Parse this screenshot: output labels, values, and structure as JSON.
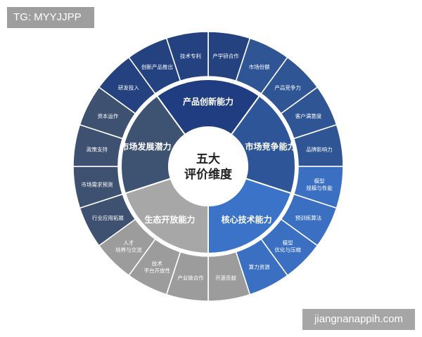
{
  "watermark_tag": "TG: MYYJJPP",
  "site_label": "jiangnanappih.com",
  "center": {
    "lines": [
      "五大",
      "评价维度"
    ]
  },
  "dimensions": [
    {
      "name": "产品创新能力",
      "color": "#1f3d80"
    },
    {
      "name": "市场竞争能力",
      "color": "#2d5597"
    },
    {
      "name": "核心技术能力",
      "color": "#3b73c8"
    },
    {
      "name": "生态开放能力",
      "color": "#a7a7a7"
    },
    {
      "name": "市场发展潜力",
      "color": "#3e5272"
    }
  ],
  "outer_segments": [
    {
      "lines": [
        "产学研合作"
      ],
      "color": "#24427f"
    },
    {
      "lines": [
        "市场份额"
      ],
      "color": "#2f5594"
    },
    {
      "lines": [
        "产品竞争力"
      ],
      "color": "#2f5594"
    },
    {
      "lines": [
        "客户满意度"
      ],
      "color": "#2f5594"
    },
    {
      "lines": [
        "品牌影响力"
      ],
      "color": "#2f5594"
    },
    {
      "lines": [
        "模型",
        "规模与性能"
      ],
      "color": "#3b6fc2"
    },
    {
      "lines": [
        "预训练算法"
      ],
      "color": "#3b6fc2"
    },
    {
      "lines": [
        "模型",
        "优化与压缩"
      ],
      "color": "#3b6fc2"
    },
    {
      "lines": [
        "算力资源"
      ],
      "color": "#3b6fc2"
    },
    {
      "lines": [
        "开源贡献"
      ],
      "color": "#9c9c9c"
    },
    {
      "lines": [
        "产业链合作"
      ],
      "color": "#9c9c9c"
    },
    {
      "lines": [
        "技术",
        "平台开放性"
      ],
      "color": "#9c9c9c"
    },
    {
      "lines": [
        "人才",
        "培养与交流"
      ],
      "color": "#9c9c9c"
    },
    {
      "lines": [
        "行业应用拓展"
      ],
      "color": "#3f5170"
    },
    {
      "lines": [
        "市场需求预测"
      ],
      "color": "#3f5170"
    },
    {
      "lines": [
        "政策支持"
      ],
      "color": "#3f5170"
    },
    {
      "lines": [
        "资本运作"
      ],
      "color": "#3f5170"
    },
    {
      "lines": [
        "研发投入"
      ],
      "color": "#24427f"
    },
    {
      "lines": [
        "创新产品推出"
      ],
      "color": "#24427f"
    },
    {
      "lines": [
        "技术专利"
      ],
      "color": "#24427f"
    }
  ]
}
